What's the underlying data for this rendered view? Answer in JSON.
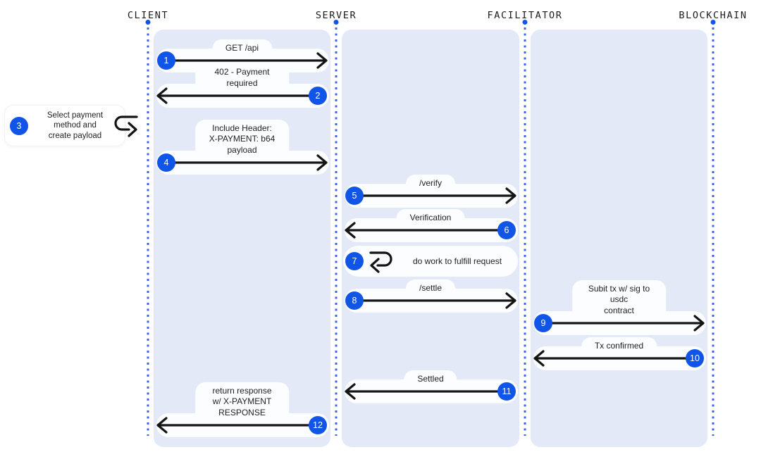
{
  "colors": {
    "accent_blue": "#1155e8",
    "lane_panel": "#e4e9f8",
    "bubble_white": "#fcfdff",
    "arrow_black": "#141414",
    "lifeline_dot_blue": "#3f63e6"
  },
  "actors": [
    {
      "name": "CLIENT"
    },
    {
      "name": "SERVER"
    },
    {
      "name": "FACILITATOR"
    },
    {
      "name": "BLOCKCHAIN"
    }
  ],
  "steps": [
    {
      "num": "1",
      "label": "GET /api",
      "from": "CLIENT",
      "to": "SERVER",
      "kind": "message"
    },
    {
      "num": "2",
      "label": "402 - Payment required",
      "from": "SERVER",
      "to": "CLIENT",
      "kind": "message"
    },
    {
      "num": "3",
      "label": "Select payment\nmethod and\ncreate payload",
      "actor": "CLIENT",
      "kind": "side_note"
    },
    {
      "num": "4",
      "label": "Include Header:\nX-PAYMENT: b64 payload",
      "from": "CLIENT",
      "to": "SERVER",
      "kind": "message"
    },
    {
      "num": "5",
      "label": "/verify",
      "from": "SERVER",
      "to": "FACILITATOR",
      "kind": "message"
    },
    {
      "num": "6",
      "label": "Verification",
      "from": "FACILITATOR",
      "to": "SERVER",
      "kind": "message"
    },
    {
      "num": "7",
      "label": "do work to fulfill request",
      "actor": "SERVER",
      "kind": "self_loop"
    },
    {
      "num": "8",
      "label": "/settle",
      "from": "SERVER",
      "to": "FACILITATOR",
      "kind": "message"
    },
    {
      "num": "9",
      "label": "Subit tx w/ sig to usdc\ncontract",
      "from": "FACILITATOR",
      "to": "BLOCKCHAIN",
      "kind": "message"
    },
    {
      "num": "10",
      "label": "Tx confirmed",
      "from": "BLOCKCHAIN",
      "to": "FACILITATOR",
      "kind": "message"
    },
    {
      "num": "11",
      "label": "Settled",
      "from": "FACILITATOR",
      "to": "SERVER",
      "kind": "message"
    },
    {
      "num": "12",
      "label": "return response\nw/ X-PAYMENT RESPONSE",
      "from": "SERVER",
      "to": "CLIENT",
      "kind": "message"
    }
  ]
}
